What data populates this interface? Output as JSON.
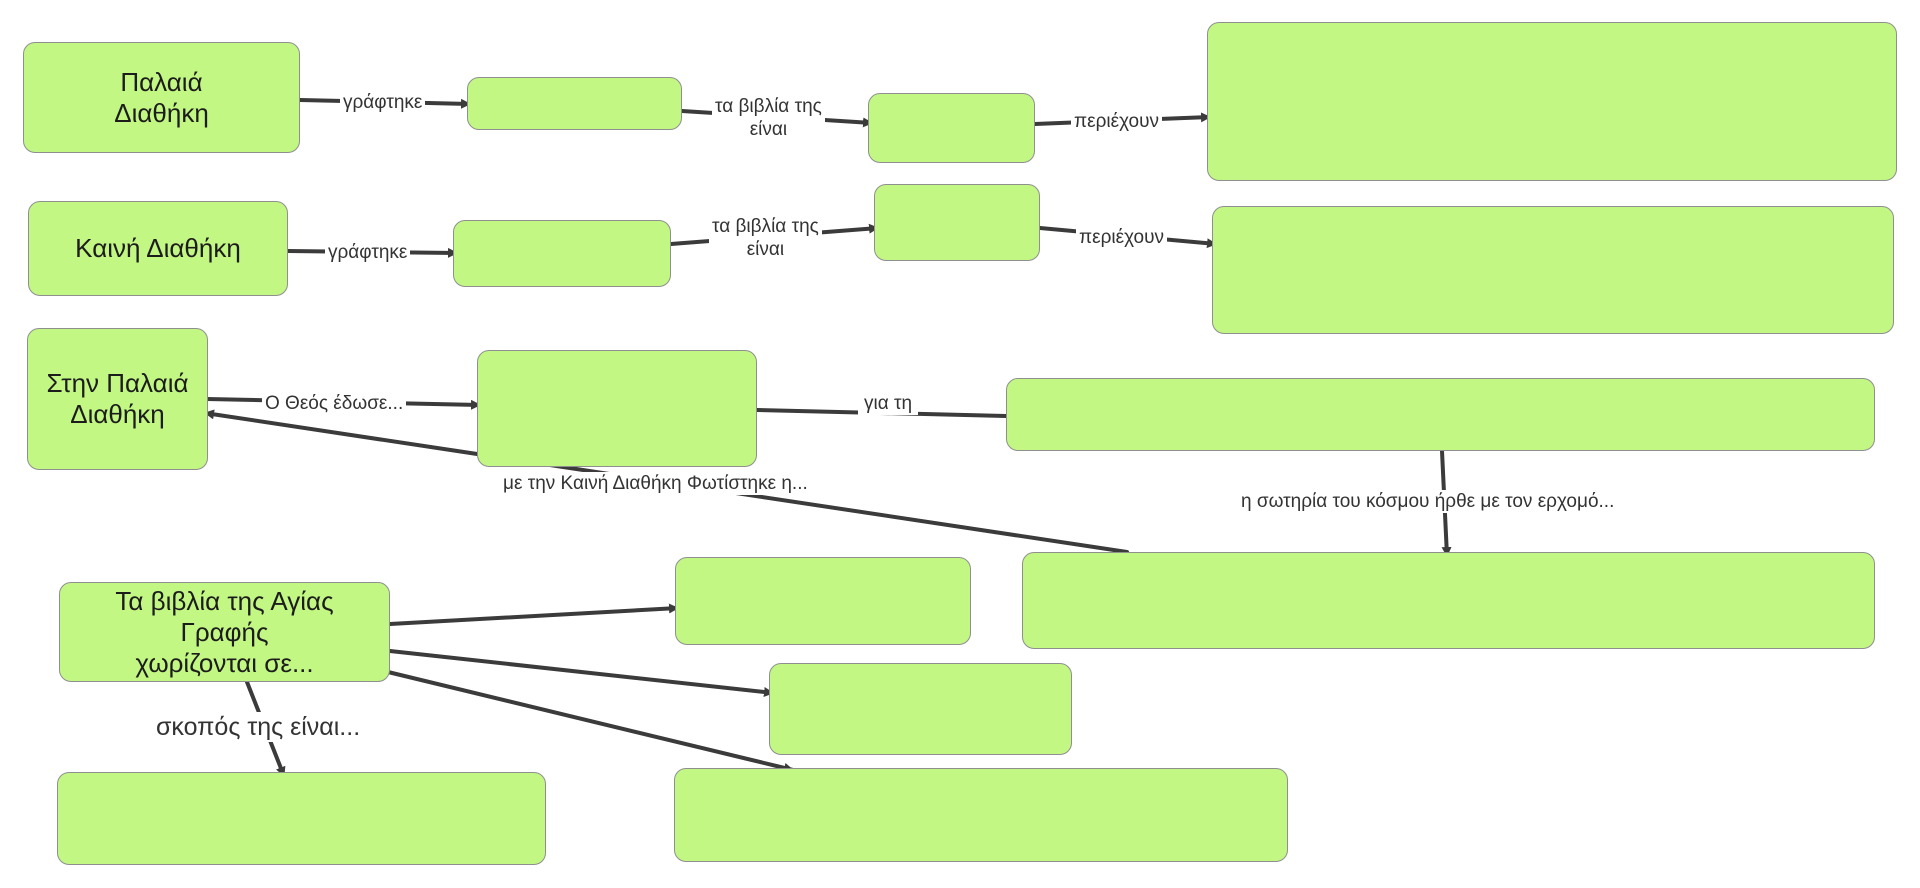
{
  "colors": {
    "node_fill": "#c2f784",
    "node_border": "#8f8f8f",
    "connector": "#3b3b3b",
    "label_text": "#333333"
  },
  "nodes": {
    "old_testament": "Παλαιά\nΔιαθήκη",
    "old_writing": "",
    "old_books": "",
    "old_content": "",
    "new_testament": "Καινή Διαθήκη",
    "new_writing": "",
    "new_books": "",
    "new_content": "",
    "in_old": "Στην Παλαιά\nΔιαθήκη",
    "god_gave": "",
    "for_the": "",
    "salvation": "",
    "books_divided": "Τα βιβλία της Αγίας Γραφής\nχωρίζονται σε...",
    "division_1": "",
    "division_2": "",
    "division_3": "",
    "purpose": ""
  },
  "links": {
    "old_written": "γράφτηκε",
    "old_books_are": "τα βιβλία της\nείναι",
    "old_contain": "περιέχουν",
    "new_written": "γράφτηκε",
    "new_books_are": "τα βιβλία της\nείναι",
    "new_contain": "περιέχουν",
    "god_gave": "Ο Θεός έδωσε...",
    "for_the": "για τη",
    "enlightened": "με την Καινή Διαθήκη Φωτίστηκε η...",
    "salvation_came": "η σωτηρία του κόσμου ήρθε με τον ερχομό...",
    "purpose_is": "σκοπός της είναι..."
  }
}
